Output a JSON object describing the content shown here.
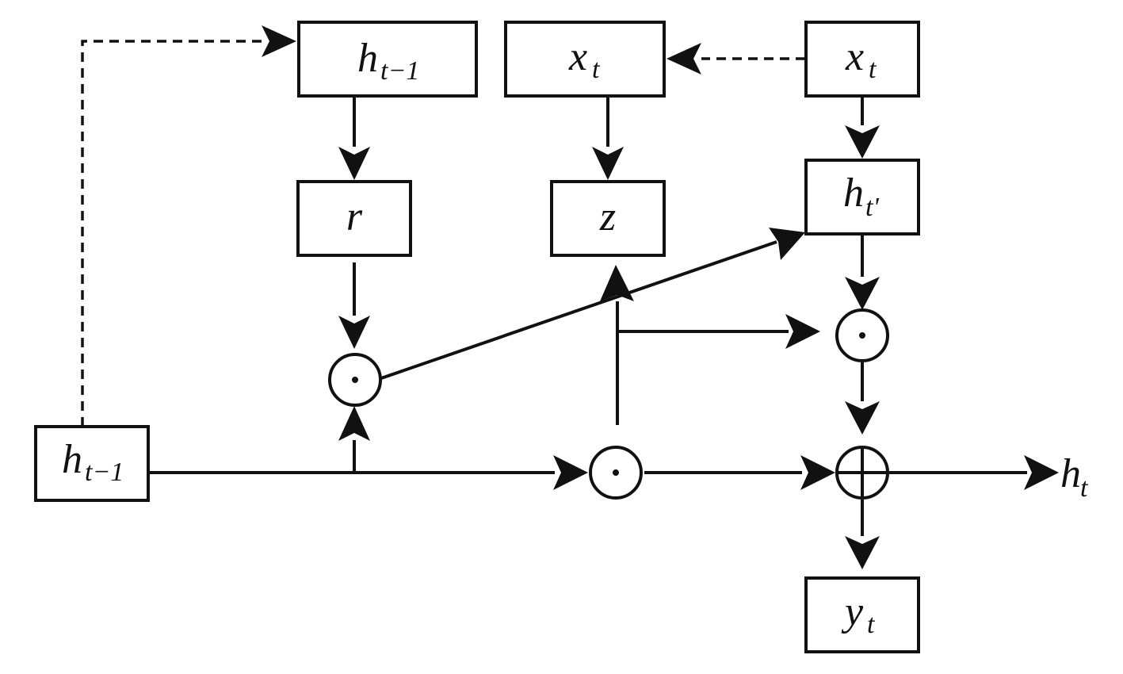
{
  "diagram": {
    "title": "GRU cell structure",
    "nodes": {
      "h_prev_top": {
        "main": "h",
        "sub": "t−1"
      },
      "x_t_mid": {
        "main": "x",
        "sub": "t"
      },
      "x_t_right": {
        "main": "x",
        "sub": "t"
      },
      "reset_gate": {
        "main": "r"
      },
      "update_gate": {
        "main": "z"
      },
      "candidate": {
        "main": "h",
        "sub": "t'"
      },
      "h_prev_left": {
        "main": "h",
        "sub": "t−1"
      },
      "output": {
        "main": "y",
        "sub": "t"
      },
      "h_t_label": {
        "main": "h",
        "sub": "t"
      }
    },
    "operators": {
      "reset_multiply": "⊙",
      "update_multiply": "⊙",
      "candidate_multiply": "⊙",
      "sum": "⊕"
    }
  }
}
